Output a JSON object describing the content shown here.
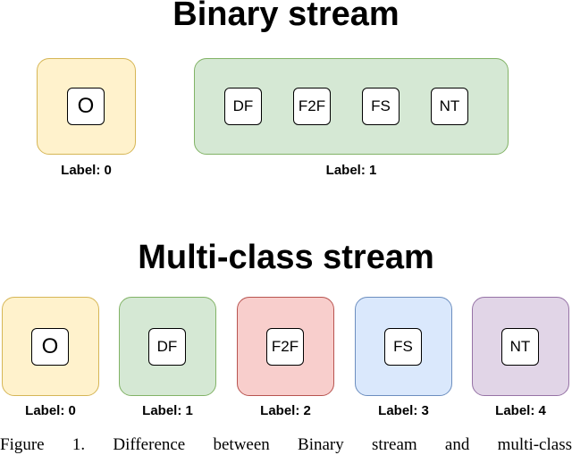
{
  "binary_stream": {
    "title": "Binary stream",
    "groups": [
      {
        "label": "Label: 0",
        "items": [
          "O"
        ],
        "fill": "#fff2cc",
        "stroke": "#d6b656"
      },
      {
        "label": "Label: 1",
        "items": [
          "DF",
          "F2F",
          "FS",
          "NT"
        ],
        "fill": "#d5e8d4",
        "stroke": "#82b366"
      }
    ]
  },
  "multiclass_stream": {
    "title": "Multi-class stream",
    "groups": [
      {
        "label": "Label: 0",
        "items": [
          "O"
        ],
        "fill": "#fff2cc",
        "stroke": "#d6b656"
      },
      {
        "label": "Label: 1",
        "items": [
          "DF"
        ],
        "fill": "#d5e8d4",
        "stroke": "#82b366"
      },
      {
        "label": "Label: 2",
        "items": [
          "F2F"
        ],
        "fill": "#f8cecc",
        "stroke": "#b85450"
      },
      {
        "label": "Label: 3",
        "items": [
          "FS"
        ],
        "fill": "#dae8fc",
        "stroke": "#6c8ebf"
      },
      {
        "label": "Label: 4",
        "items": [
          "NT"
        ],
        "fill": "#e1d5e7",
        "stroke": "#9673a6"
      }
    ]
  },
  "caption": "Figure 1. Difference between Binary stream and multi-class"
}
